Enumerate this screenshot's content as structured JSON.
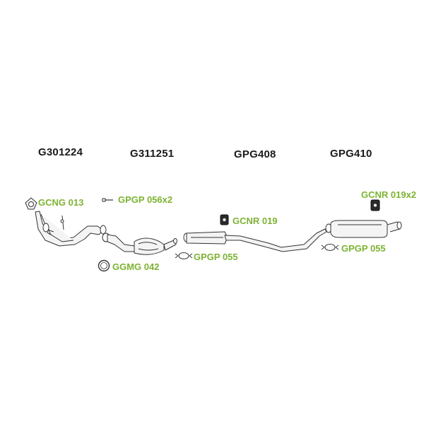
{
  "part_numbers": {
    "front_pipe": "G301224",
    "catalytic_converter": "G311251",
    "middle_silencer": "GPG408",
    "rear_silencer": "GPG410"
  },
  "accessories": {
    "gasket_front": "GCNG 013",
    "bolts": "GPGP 056x2",
    "gasket_ring": "GGMG 042",
    "clamp_middle": "GPGP 055",
    "rubber_mount_middle": "GCNR 019",
    "rubber_mount_rear": "GCNR 019x2",
    "clamp_rear": "GPGP 055"
  },
  "colors": {
    "accessory_label": "#7db332",
    "part_label": "#1a1a1a",
    "line": "#333333",
    "fill": "#f2f2f2"
  }
}
